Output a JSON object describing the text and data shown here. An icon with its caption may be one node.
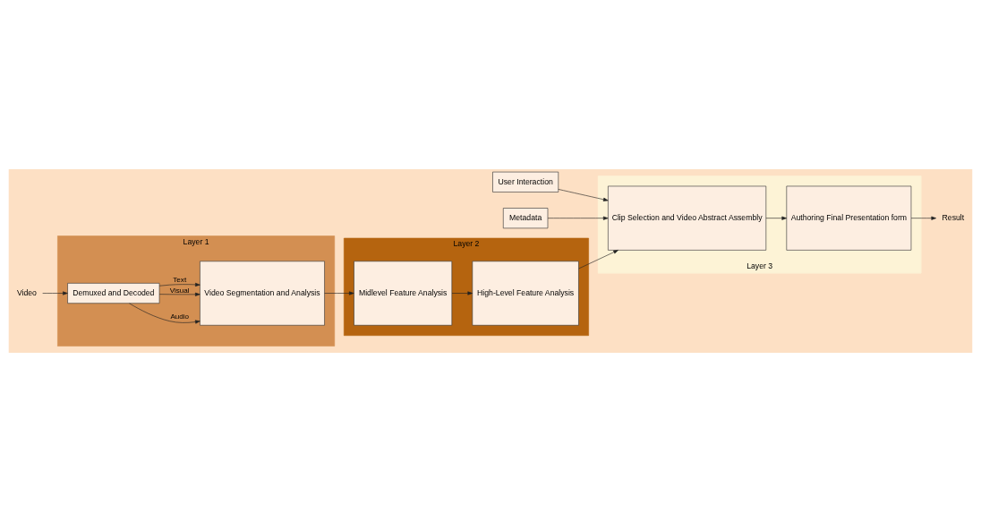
{
  "diagram": {
    "nodes": [
      {
        "text": [
          "Layer 1"
        ]
      },
      {
        "text": [
          "Video"
        ]
      },
      {
        "text": [
          "Demuxed and Decoded"
        ],
        "in": 0
      },
      {
        "text": [
          "Video Segmentation and Analysis"
        ],
        "in": 0
      },
      {
        "text": [
          "Layer 2"
        ]
      },
      {
        "text": [
          "Midlevel Feature Analysis"
        ],
        "in": 4
      },
      {
        "text": [
          "High-Level Feature Analysis"
        ],
        "in": 4
      },
      {
        "text": [
          "Layer 3"
        ]
      },
      {
        "text": [
          "Authoring Final Presentation form"
        ],
        "in": 7
      },
      {
        "text": [
          "Clip Selection and Video Abstract Assembly"
        ],
        "in": 7
      },
      {
        "text": [
          "Result"
        ]
      },
      {
        "text": [
          "User Interaction"
        ]
      },
      {
        "text": [
          "Metadata"
        ]
      }
    ],
    "edges": [
      {
        "from": 1,
        "to": 2,
        "arrow": "to"
      },
      {
        "from": 2,
        "to": 3,
        "label": "Audio",
        "arrow": "to"
      },
      {
        "from": 2,
        "to": 3,
        "label": "Visual",
        "arrow": "to"
      },
      {
        "from": 2,
        "to": 3,
        "label": "Text",
        "arrow": "to"
      },
      {
        "from": 3,
        "to": 5,
        "arrow": "to"
      },
      {
        "from": 5,
        "to": 6,
        "arrow": "to"
      },
      {
        "from": 6,
        "to": 9,
        "arrow": "to"
      },
      {
        "from": 11,
        "to": 9,
        "arrow": "to"
      },
      {
        "from": 12,
        "to": 9,
        "arrow": "to"
      },
      {
        "from": 9,
        "to": 8,
        "arrow": "to"
      },
      {
        "from": 8,
        "to": 10,
        "arrow": "to"
      }
    ]
  }
}
